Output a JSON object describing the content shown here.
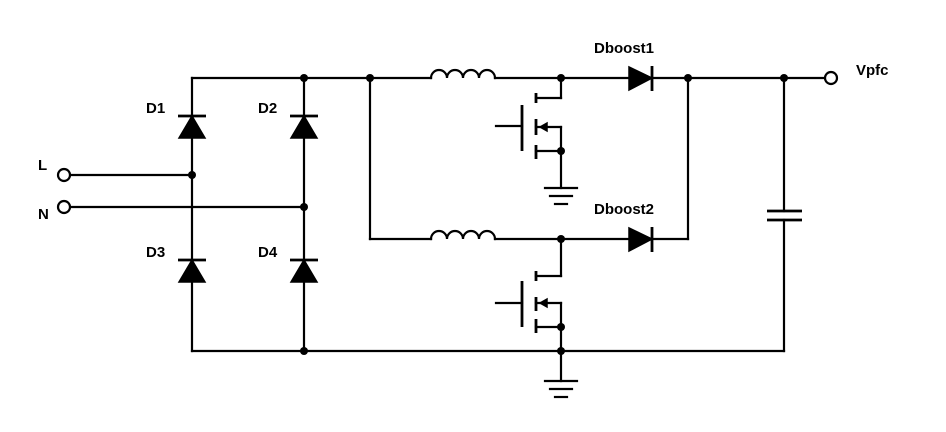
{
  "labels": {
    "d1": "D1",
    "d2": "D2",
    "d3": "D3",
    "d4": "D4",
    "dboost1": "Dboost1",
    "dboost2": "Dboost2",
    "line": "L",
    "neutral": "N",
    "vpfc": "Vpfc"
  }
}
